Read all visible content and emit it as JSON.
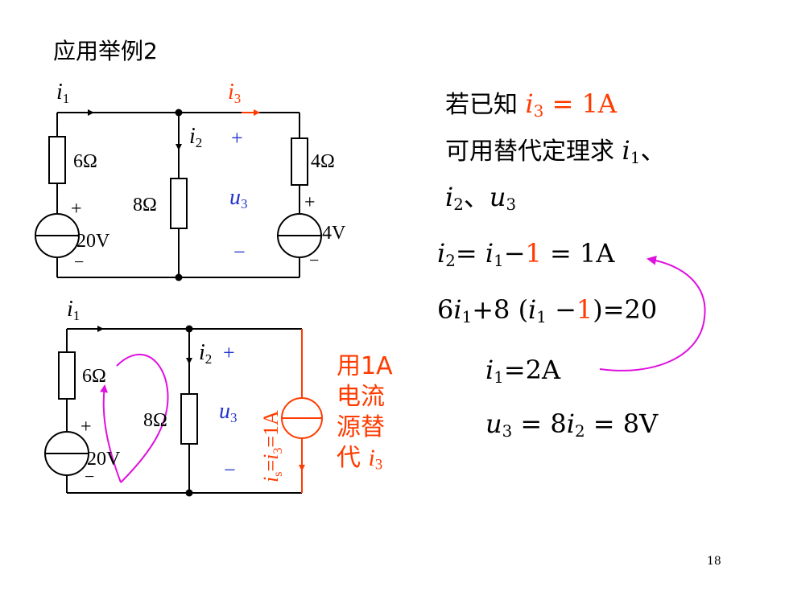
{
  "title": "应用举例2",
  "page_number": "18",
  "colors": {
    "red": "#ff3b00",
    "blue": "#2233cc",
    "magenta": "#e010e0"
  },
  "circuit1": {
    "r1": "6Ω",
    "r2": "8Ω",
    "r3": "4Ω",
    "v1": "20V",
    "v2": "4V",
    "i1": "i",
    "i1_sub": "1",
    "i2": "i",
    "i2_sub": "2",
    "i3": "i",
    "i3_sub": "3",
    "u3": "u",
    "u3_sub": "3",
    "plus": "+",
    "minus": "−"
  },
  "circuit2": {
    "r1": "6Ω",
    "r2": "8Ω",
    "v1": "20V",
    "source_label": "is=i3=1A",
    "note_line1": "用1A",
    "note_line2": "电流",
    "note_line3": "源替",
    "note_line4_pre": "代 ",
    "note_line4_var": "i",
    "note_line4_sub": "3"
  },
  "right": {
    "given_label": "若已知 ",
    "given_var": "i",
    "given_sub": "3",
    "given_val": " = 1A",
    "line2_text": "可用替代定理求 ",
    "line2_var": "i",
    "line2_sub": "1",
    "line2_sep": "、",
    "line3_v1": "i",
    "line3_s1": "2",
    "line3_sep": "、",
    "line3_v2": "u",
    "line3_s2": "3",
    "eq1_a": "i",
    "eq1_a_sub": "2",
    "eq1_eq": "= ",
    "eq1_b": "i",
    "eq1_b_sub": "1",
    "eq1_minus": "−",
    "eq1_one": "1",
    "eq1_rest": " = 1A",
    "eq2_a": "6",
    "eq2_v1": "i",
    "eq2_s1": "1",
    "eq2_b": "+8 (",
    "eq2_v2": "i",
    "eq2_s2": "1",
    "eq2_minus": " −",
    "eq2_one": "1",
    "eq2_rest": ")=20",
    "eq3_v": "i",
    "eq3_s": "1",
    "eq3_rest": "=2A",
    "eq4_v1": "u",
    "eq4_s1": "3",
    "eq4_mid": " = 8",
    "eq4_v2": "i",
    "eq4_s2": "2",
    "eq4_rest": " = 8V"
  }
}
